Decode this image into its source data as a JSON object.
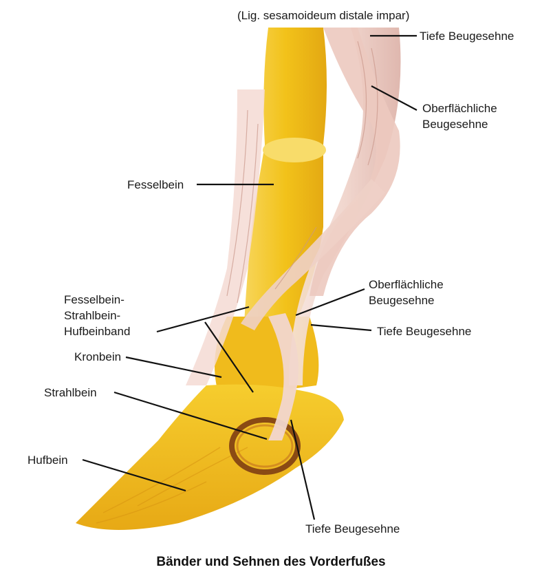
{
  "labels": {
    "top_note": "(Lig. sesamoideum distale impar)",
    "tiefe_top": "Tiefe Beugesehne",
    "oberfl_top_1": "Oberflächliche",
    "oberfl_top_2": "Beugesehne",
    "fesselbein": "Fesselbein",
    "band_1": "Fesselbein-",
    "band_2": "Strahlbein-",
    "band_3": "Hufbeinband",
    "oberfl_mid_1": "Oberflächliche",
    "oberfl_mid_2": "Beugesehne",
    "tiefe_mid": "Tiefe Beugesehne",
    "kronbein": "Kronbein",
    "strahlbein": "Strahlbein",
    "hufbein": "Hufbein",
    "tiefe_bottom": "Tiefe Beugesehne"
  },
  "caption": "Bänder und Sehnen des Vorderfußes",
  "colors": {
    "bone": "#f2c21a",
    "bone_light": "#fbe27a",
    "bone_dark": "#d9960f",
    "tendon": "#f1d7cf",
    "tendon_shade": "#d9aaa0",
    "leader": "#111111"
  }
}
